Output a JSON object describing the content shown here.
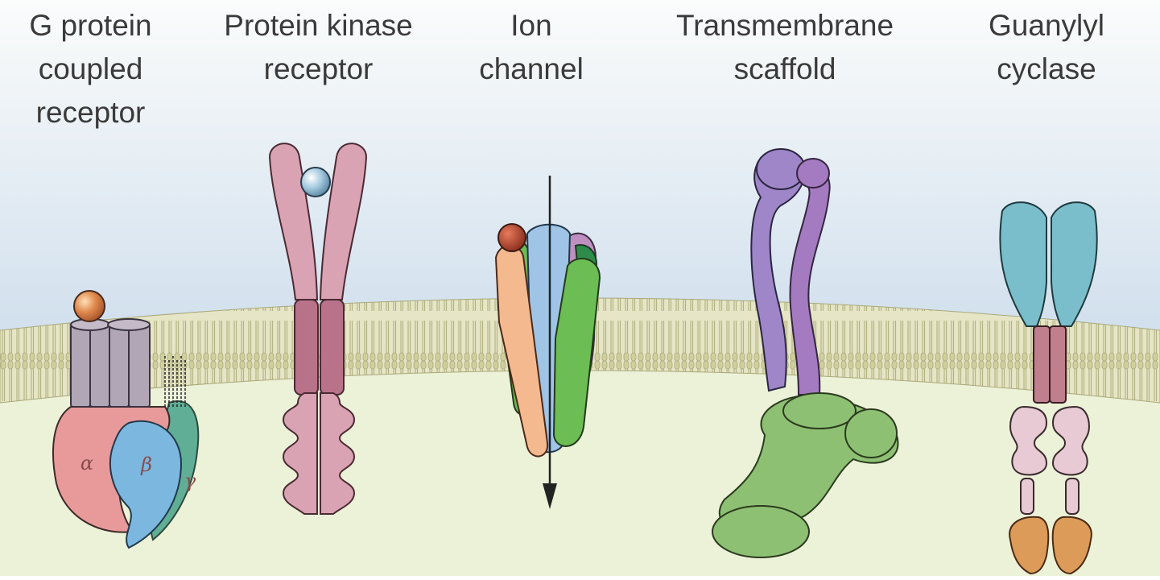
{
  "receptors": [
    {
      "key": "gpcr",
      "lines": [
        "G protein",
        "coupled",
        "receptor"
      ],
      "subunits": [
        "α",
        "β",
        "γ"
      ]
    },
    {
      "key": "rtk",
      "lines": [
        "Protein kinase",
        "receptor"
      ]
    },
    {
      "key": "ion",
      "lines": [
        "Ion",
        "channel"
      ]
    },
    {
      "key": "scaffold",
      "lines": [
        "Transmembrane",
        "scaffold"
      ]
    },
    {
      "key": "gc",
      "lines": [
        "Guanylyl",
        "cyclase"
      ]
    }
  ],
  "colors": {
    "extracellular_top": "#fbfcfc",
    "extracellular_bottom": "#d3e1ee",
    "cytoplasm": "#ecf2d8",
    "membrane": "#c9c99a",
    "gpcr_helix": "#b1a6b6",
    "gpcr_alpha": "#e89a9a",
    "gpcr_beta": "#7cb7df",
    "gpcr_gamma": "#5fae95",
    "ligand_orange": "#d8874a",
    "ligand_blue": "#a7cbe0",
    "rtk_pink": "#d9a3b3",
    "rtk_mauve": "#b8728a",
    "ion_orange": "#f5b98f",
    "ion_green": "#6cbd54",
    "ion_blue": "#9fc4e6",
    "ion_purple": "#bf8fc1",
    "ion_darkgreen": "#2e8b4a",
    "ion_red": "#b5452f",
    "scaffold_purple": "#9f86c9",
    "scaffold_violet": "#a47ac0",
    "scaffold_green": "#8ec073",
    "gc_teal": "#7bbecb",
    "gc_mauve": "#bf7f8c",
    "gc_pink": "#e7cad3",
    "gc_orange": "#dc9b58"
  }
}
